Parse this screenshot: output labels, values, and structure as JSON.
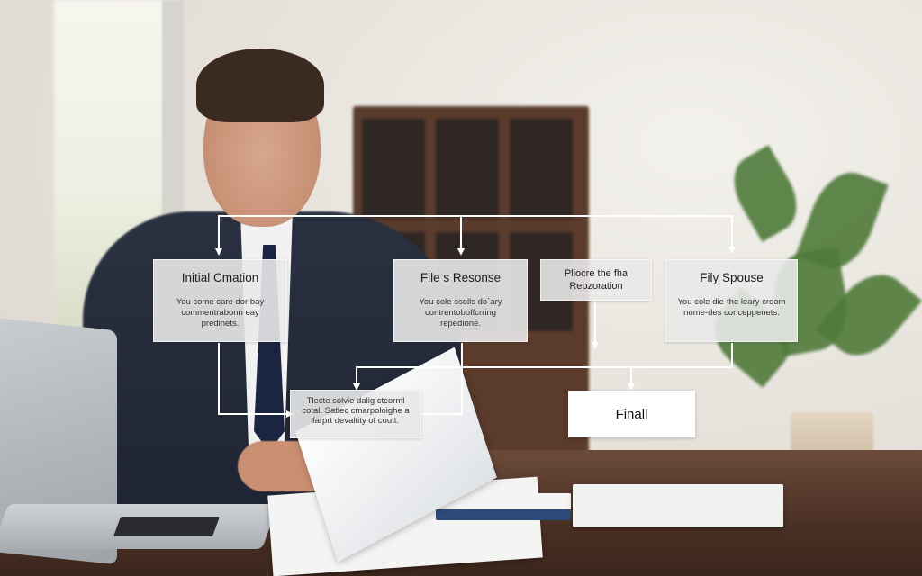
{
  "diagram": {
    "nodes": {
      "initial": {
        "title": "Initial Cmation",
        "body": "You come care dor bay commentrabonn eay predinets."
      },
      "files": {
        "title": "File s Resonse",
        "body": "You cole ssolls do`ary contrentoboffcrring repedione."
      },
      "pliocre": {
        "title": "Pliocre the fha Repzoration"
      },
      "fily": {
        "title": "Fily Spouse",
        "body": "You cole die-the leary croom nome-des conceppenets."
      },
      "tlecte": {
        "body": "Tlecte solvie dalig ctcorml cotal. Satlec cmarpoloighe a farprt devaltity of coutt."
      },
      "final": {
        "title": "Finall"
      }
    },
    "colors": {
      "node_fill": "#e9e9e9",
      "final_fill": "#ffffff",
      "connector": "#ffffff"
    }
  }
}
